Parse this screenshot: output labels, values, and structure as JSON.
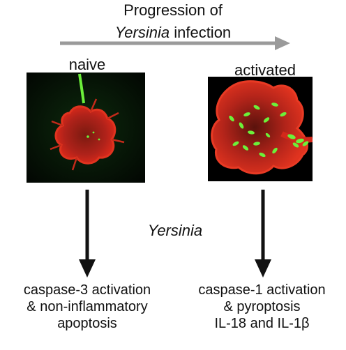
{
  "title": {
    "line1": "Progression of",
    "line2_italic": "Yersinia",
    "line2_rest": " infection"
  },
  "panels": {
    "left": {
      "label": "naive"
    },
    "right": {
      "label": "activated"
    }
  },
  "middle_label": "Yersinia",
  "outcomes": {
    "left": [
      "caspase-3 activation",
      "& non-inflammatory",
      "apoptosis"
    ],
    "right": [
      "caspase-1 activation",
      "& pyroptosis",
      "IL-18 and IL-1β"
    ]
  },
  "colors": {
    "arrow_gray": "#9a9a9a",
    "arrow_black": "#111111",
    "cell_red": "#d4281a",
    "bacteria_green": "#6cf03a",
    "background": "#000000"
  }
}
